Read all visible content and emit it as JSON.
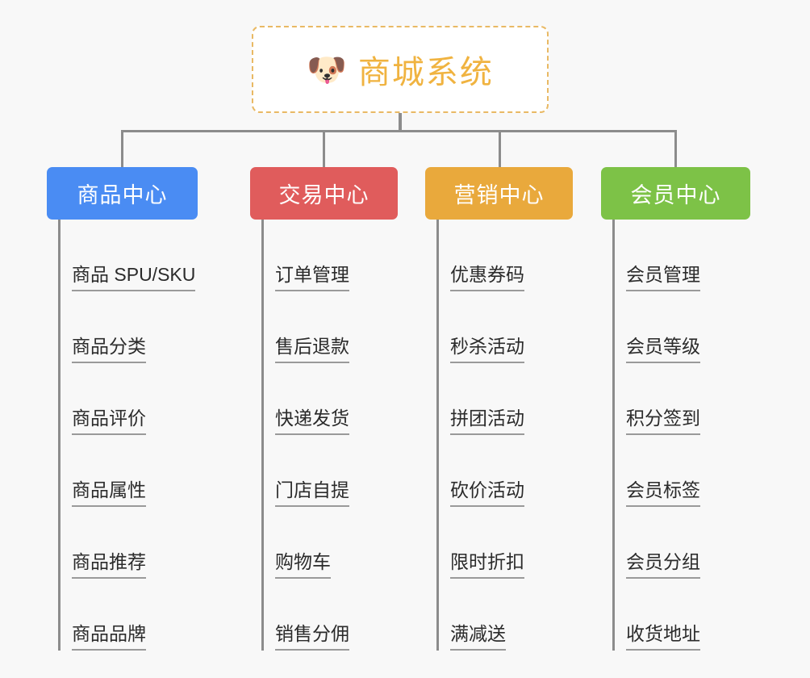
{
  "page": {
    "background_color": "#f8f8f8",
    "diagram_type": "org-chart-mindmap"
  },
  "root": {
    "icon": "dog-face-emoji",
    "icon_glyph": "🐶",
    "title": "商城系统",
    "text_color": "#f0b340",
    "border_color": "#e9b964",
    "background_color": "#ffffff",
    "border_style": "dashed"
  },
  "connector": {
    "color": "#8c8c8c"
  },
  "columns": [
    {
      "id": "product-center",
      "header": "商品中心",
      "color": "#4a8cf3",
      "items": [
        "商品 SPU/SKU",
        "商品分类",
        "商品评价",
        "商品属性",
        "商品推荐",
        "商品品牌"
      ]
    },
    {
      "id": "trade-center",
      "header": "交易中心",
      "color": "#e05c5c",
      "items": [
        "订单管理",
        "售后退款",
        "快递发货",
        "门店自提",
        "购物车",
        "销售分佣"
      ]
    },
    {
      "id": "marketing-center",
      "header": "营销中心",
      "color": "#e9a93c",
      "items": [
        "优惠券码",
        "秒杀活动",
        "拼团活动",
        "砍价活动",
        "限时折扣",
        "满减送"
      ]
    },
    {
      "id": "member-center",
      "header": "会员中心",
      "color": "#7dc247",
      "items": [
        "会员管理",
        "会员等级",
        "积分签到",
        "会员标签",
        "会员分组",
        "收货地址"
      ]
    }
  ]
}
